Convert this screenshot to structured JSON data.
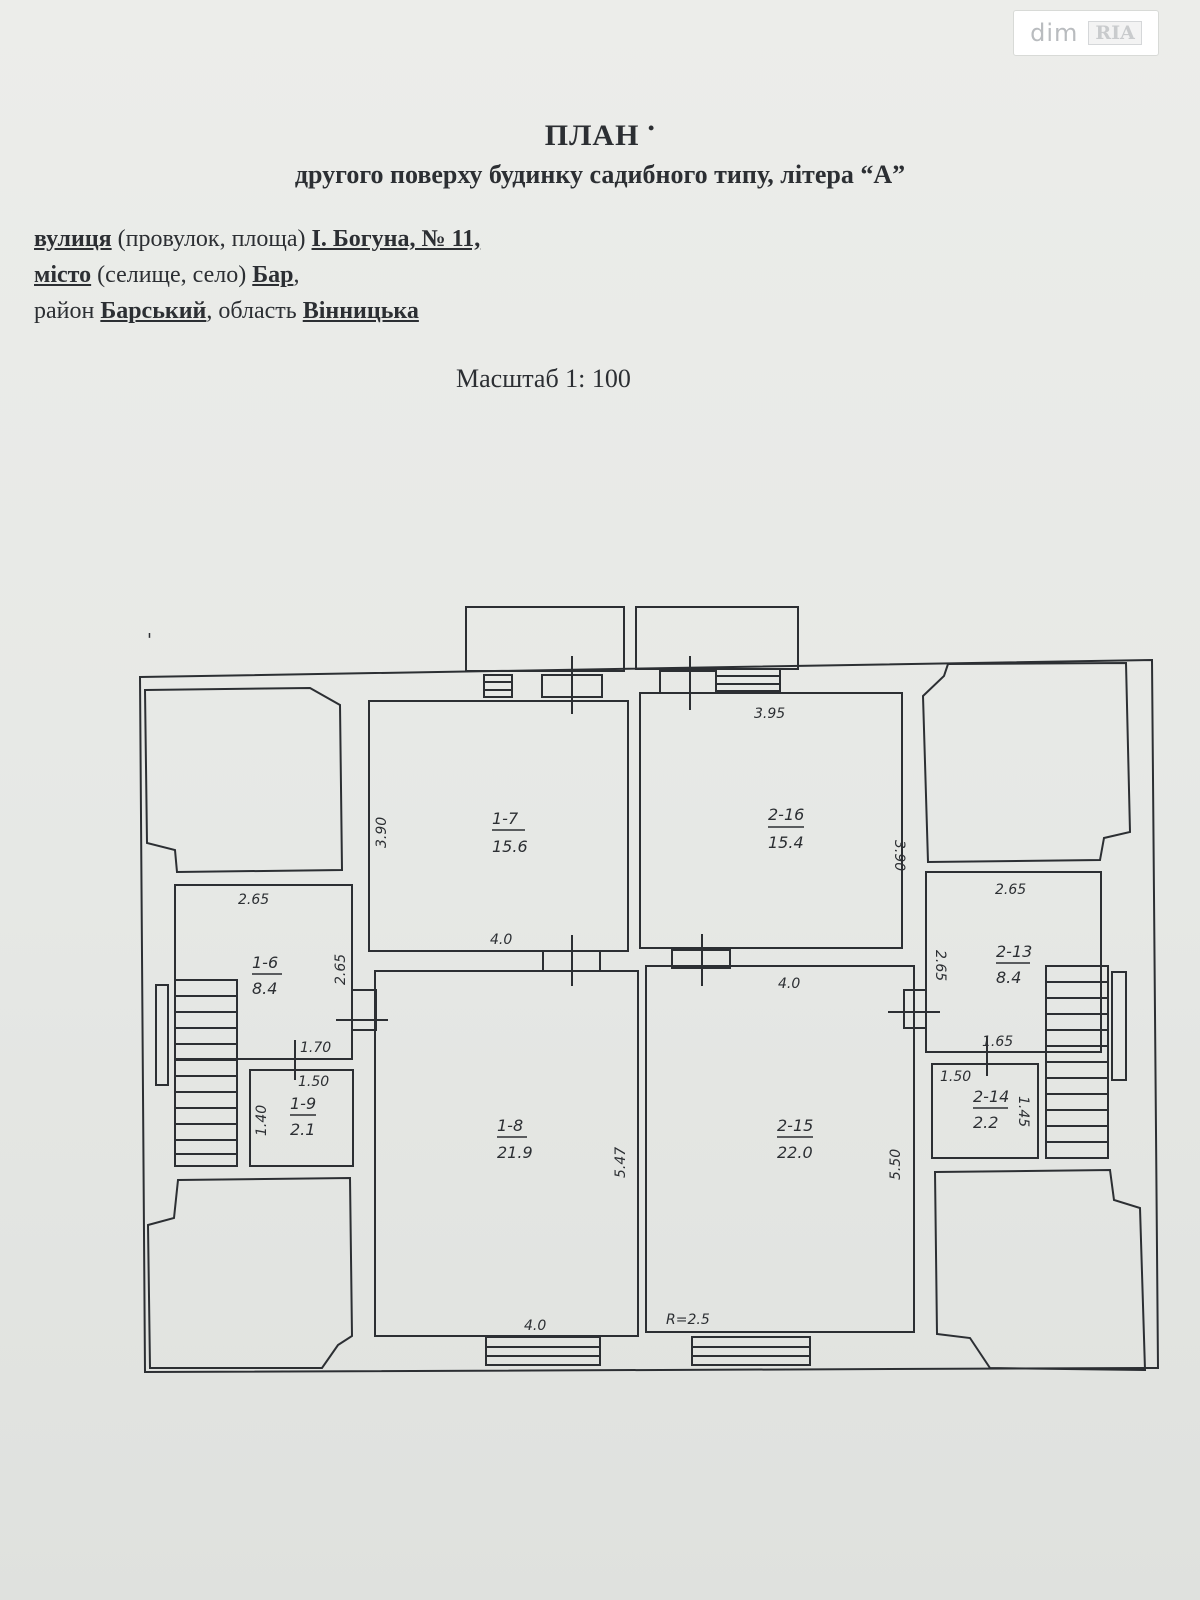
{
  "watermark": {
    "dim": "dim",
    "ria": "RIA"
  },
  "header": {
    "title": "ПЛАН",
    "subtitle": "другого поверху будинку садибного типу, літера “А”"
  },
  "address": {
    "street_label": "вулиця",
    "street_note": " (провулок, площа) ",
    "street_value": "І. Богуна, № 11,",
    "city_label": "місто",
    "city_note": " (селище, село) ",
    "city_value": "Бар",
    "city_tail": ",",
    "district_prefix": "район ",
    "district_value": "Барський",
    "region_prefix": ", область ",
    "region_value": "Вінницька"
  },
  "scale": "Масштаб 1: 100",
  "rooms": [
    {
      "id": "1-7",
      "area": "15.6"
    },
    {
      "id": "2-16",
      "area": "15.4"
    },
    {
      "id": "1-6",
      "area": "8.4"
    },
    {
      "id": "2-13",
      "area": "8.4"
    },
    {
      "id": "1-9",
      "area": "2.1"
    },
    {
      "id": "2-14",
      "area": "2.2"
    },
    {
      "id": "1-8",
      "area": "21.9"
    },
    {
      "id": "2-15",
      "area": "22.0"
    }
  ],
  "dimensions": {
    "r17_height": "3.90",
    "r216_width": "3.95",
    "r216_height": "3.90",
    "r17_width": "4.0",
    "r16_width": "2.65",
    "r16_height": "2.65",
    "r213_width": "2.65",
    "r213_height": "2.65",
    "r215_width": "4.0",
    "r16_lower": "1.70",
    "r19_width": "1.50",
    "r19_height": "1.40",
    "r213_lower": "1.65",
    "r214_width": "1.50",
    "r214_height": "1.45",
    "r18_height": "5.47",
    "r215_height": "5.50",
    "r18_width": "4.0",
    "radius": "R=2.5"
  }
}
